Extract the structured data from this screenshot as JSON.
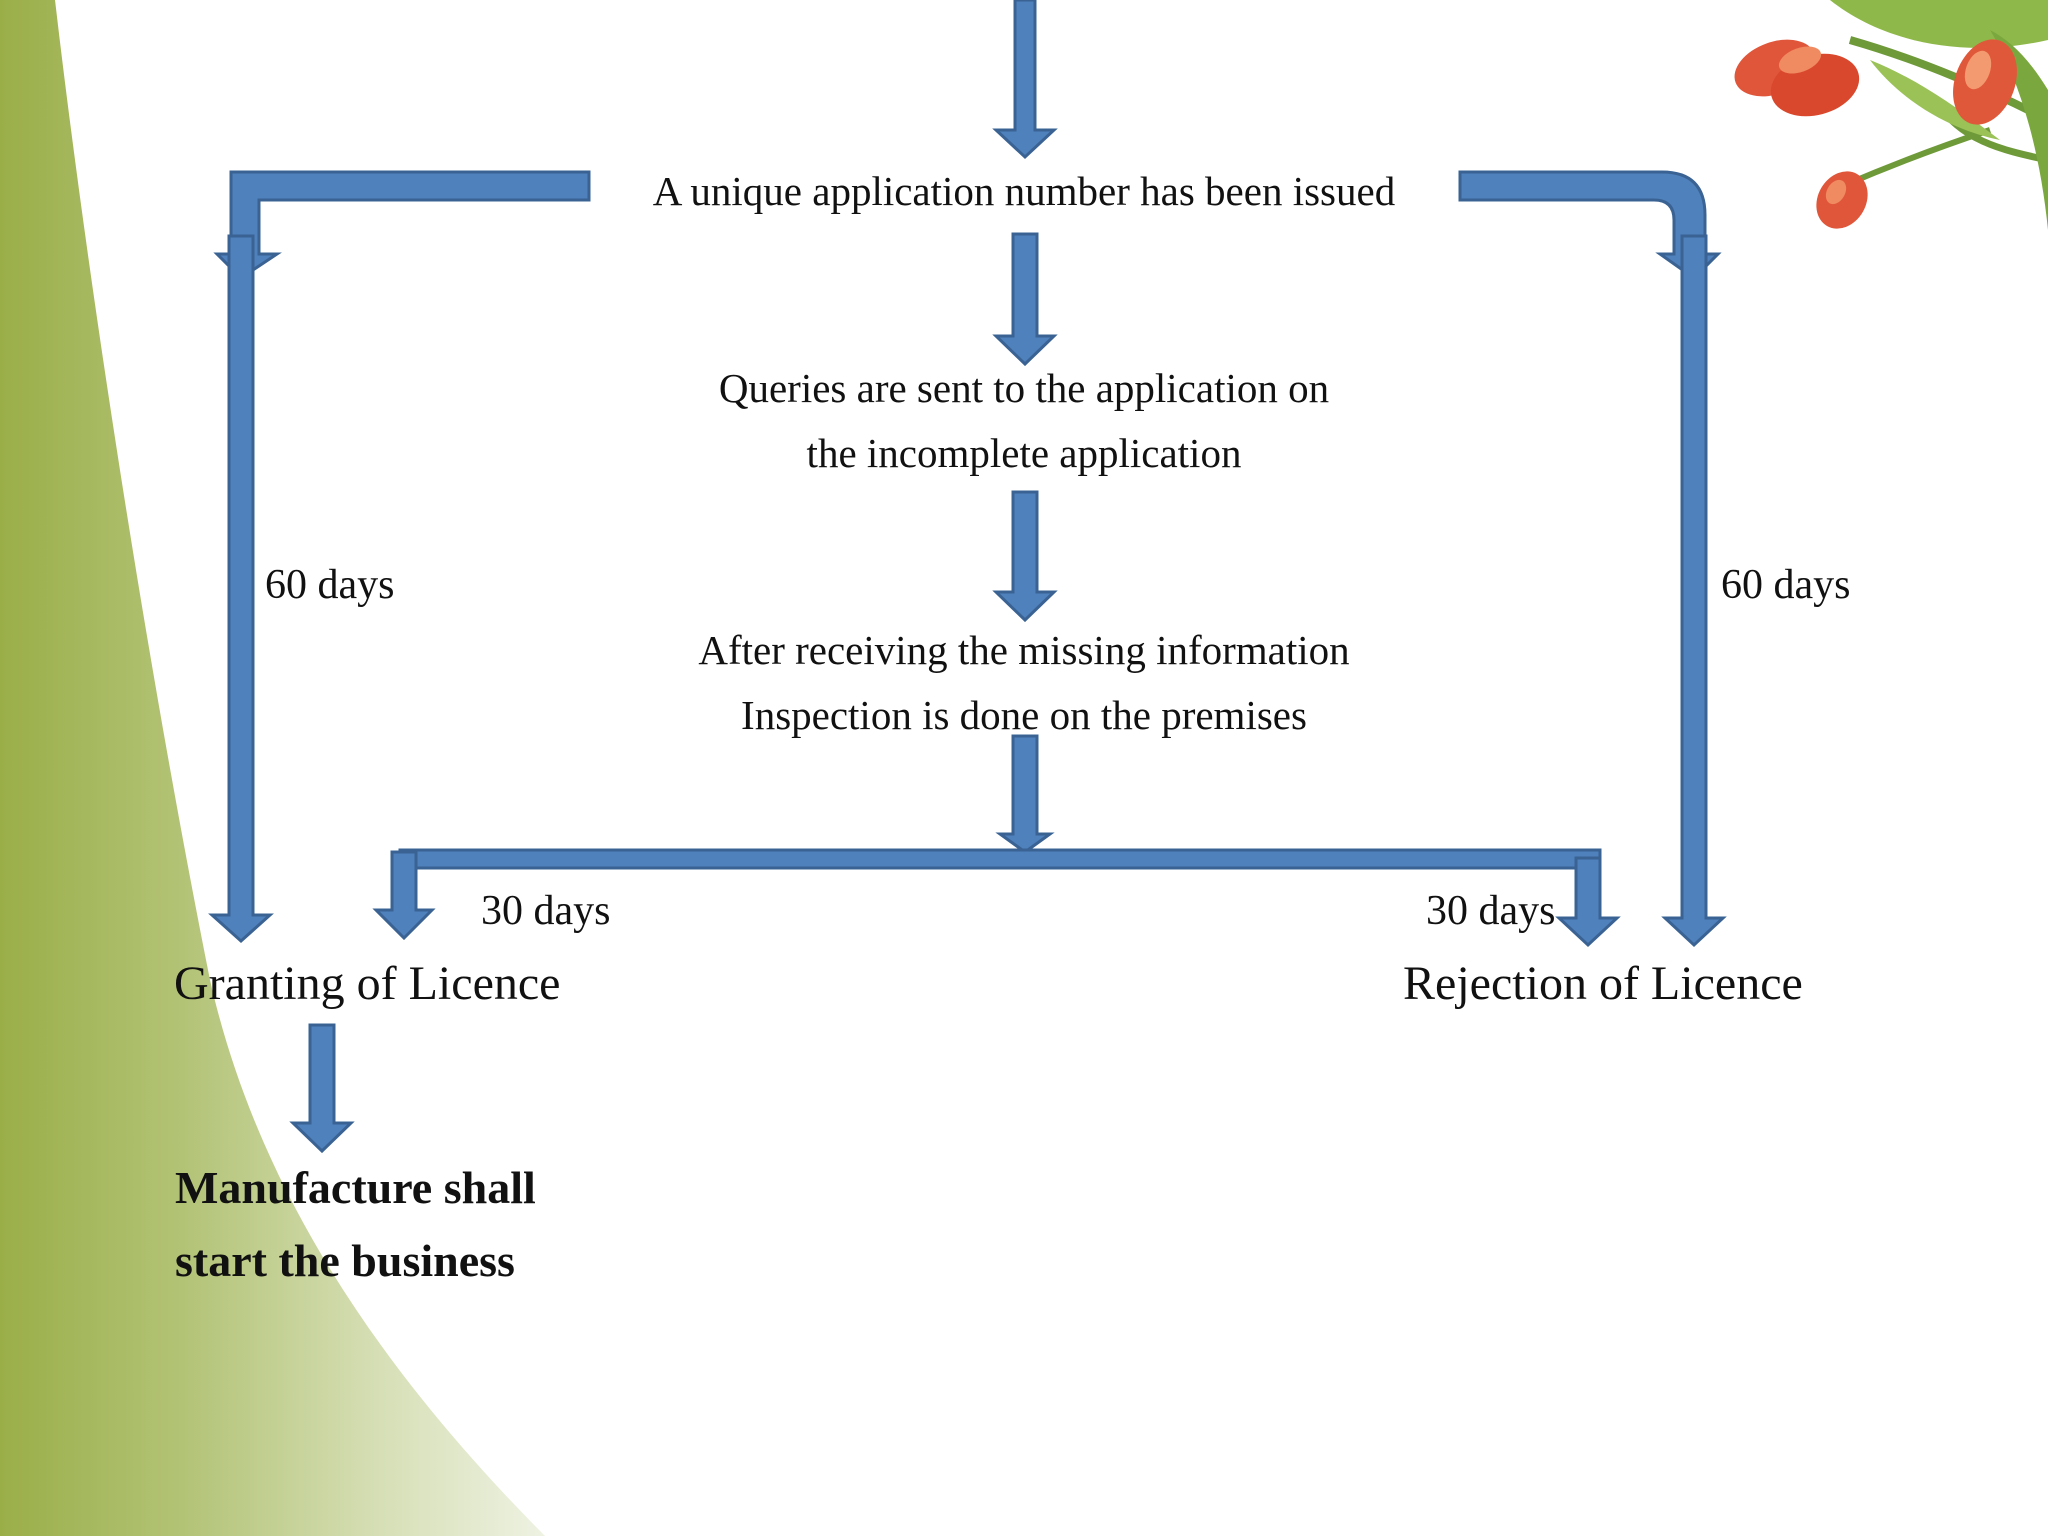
{
  "flow": {
    "step_issued": "A unique application number has been issued",
    "step_queries_line1": "Queries are sent to the application on",
    "step_queries_line2": "the incomplete application",
    "step_inspection_line1": "After receiving the missing information",
    "step_inspection_line2": "Inspection is done on the premises",
    "left_duration": "60 days",
    "right_duration": "60 days",
    "grant_duration": "30 days",
    "reject_duration": "30 days",
    "outcome_grant": "Granting of Licence",
    "outcome_reject": "Rejection of Licence",
    "final_line1": "Manufacture shall",
    "final_line2": "start the business"
  },
  "colors": {
    "arrow_fill": "#4f81bd",
    "arrow_stroke": "#3a6394",
    "text": "#111111",
    "accent_green": "#9bb04a"
  },
  "decor": {
    "left_band": "green-swoosh",
    "top_right": "tulip-flowers-icon"
  }
}
